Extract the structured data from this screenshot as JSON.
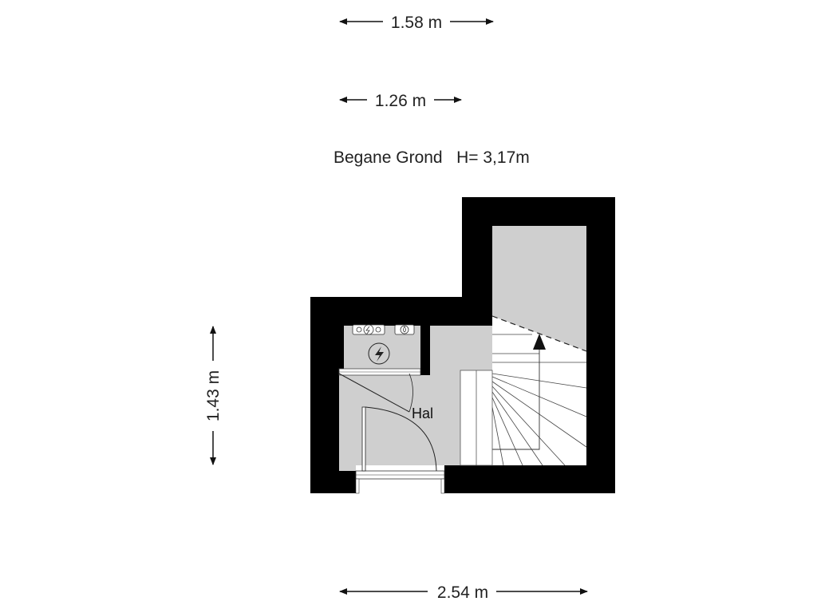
{
  "title": "Begane Grond   H= 3,17m",
  "dimensions": {
    "top_upper": "1.58 m",
    "top_lower": "1.26 m",
    "left_vertical": "1.43 m",
    "bottom": "2.54 m"
  },
  "rooms": [
    {
      "label": "Hal"
    }
  ],
  "symbols": {
    "meter_icons": [
      "electricity-meter-icon",
      "gas-meter-icon",
      "water-meter-icon"
    ],
    "electric_icon": "lightning-bolt-icon",
    "stair_direction": "up-arrow-icon"
  },
  "colors": {
    "wall": "#000000",
    "floor": "#cfcfcf",
    "text": "#222222"
  }
}
